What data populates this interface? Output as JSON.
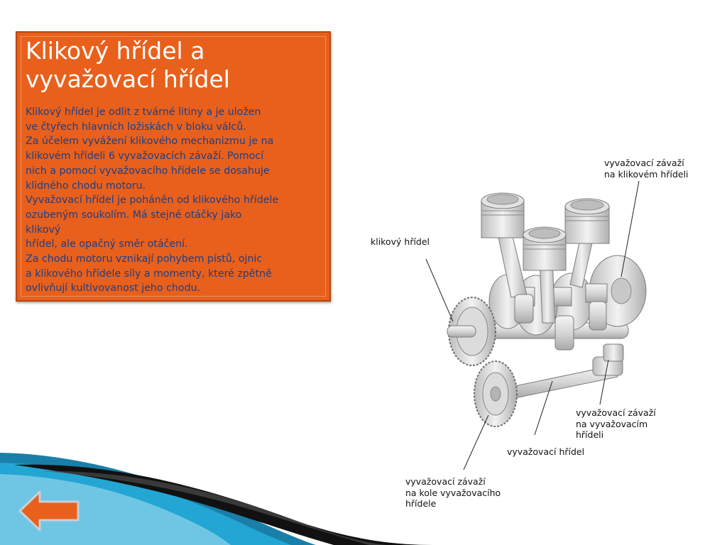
{
  "title_lines": [
    "Klikový hřídel a",
    "vyvažovací hřídel"
  ],
  "body_lines": [
    "Klikový hřídel je odlit z tvárné litiny a je uložen",
    "ve čtyřech hlavních ložiskách v bloku válců.",
    "Za účelem vyvážení klikového mechanizmu je na",
    "klikovém hřídeli 6 vyvažovacích závaží. Pomocí",
    "nich a pomocí vyvažovacího hřídele se dosahuje",
    "klidného chodu motoru.",
    "Vyvažovací hřídel je poháněn od klikového hřídele",
    "ozubeným soukolím. Má stejné otáčky jako",
    "klikový",
    "hřídel, ale opačný směr otáčení.",
    "Za chodu motoru vznikají pohybem pístů, ojnic",
    "a klikového hřídele síly a momenty, které zpětně",
    "ovlivňují kultivovanost jeho chodu."
  ],
  "figure": {
    "labels": {
      "crank_weight": [
        "vyvažovací závaží",
        "na klikovém hřídeli"
      ],
      "crankshaft": [
        "klikový hřídel"
      ],
      "balance_weight": [
        "vyvažovací závaží",
        "na vyvažovacím",
        "hřídeli"
      ],
      "balance_shaft": [
        "vyvažovací hřídel"
      ],
      "wheel_weight": [
        "vyvažovací závaží",
        "na kole vyvažovacího",
        "hřídele"
      ]
    }
  },
  "nav": {
    "back_icon": "arrow-left-icon"
  },
  "colors": {
    "panel": "#e8601c",
    "title": "#ffffff",
    "body_text": "#1f3e85",
    "accent_teal": "#1aa0c8"
  }
}
